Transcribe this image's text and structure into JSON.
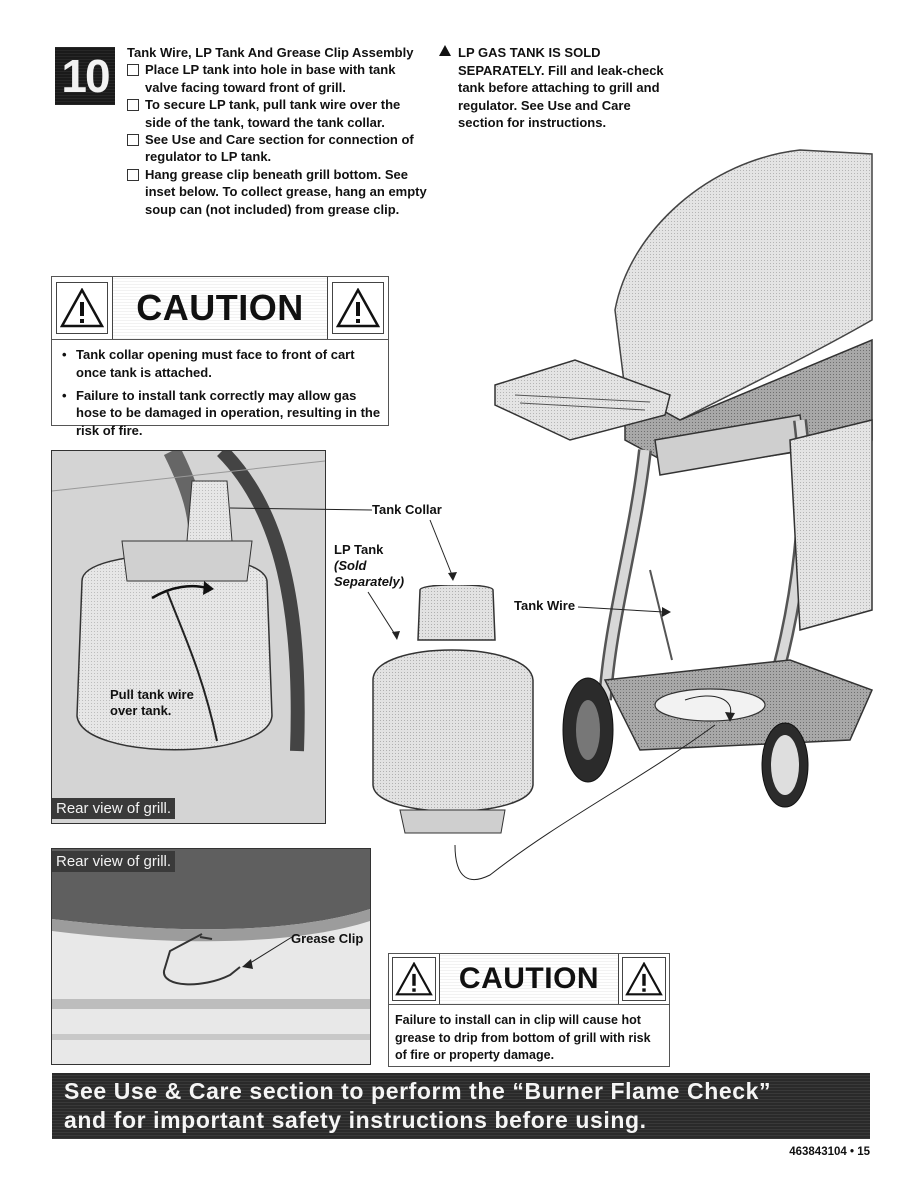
{
  "step": {
    "number": "10"
  },
  "instructions": {
    "title": "Tank Wire, LP Tank And Grease Clip Assembly",
    "items": [
      "Place LP tank into hole in base with tank valve facing toward front of grill.",
      "To secure LP tank, pull tank wire over the side of the tank, toward the tank collar.",
      "See Use and Care section for connection of regulator to LP tank.",
      "Hang grease clip beneath grill bottom. See inset below. To collect grease, hang an empty soup can (not included) from grease clip."
    ]
  },
  "note": {
    "text": "LP GAS TANK IS SOLD SEPARATELY. Fill and leak-check tank before attaching to grill and regulator. See Use and Care section for instructions."
  },
  "caution1": {
    "word": "CAUTION",
    "items": [
      "Tank collar opening must face to front of cart once tank is attached.",
      "Failure to install tank correctly may allow gas hose to be damaged in operation, resulting in the risk of fire."
    ]
  },
  "inset1": {
    "label": "Rear view of grill.",
    "caption": "Pull tank wire over tank."
  },
  "inset2": {
    "label": "Rear view of grill.",
    "callout": "Grease Clip"
  },
  "callouts": {
    "tank_collar": "Tank Collar",
    "lp_tank": "LP Tank",
    "lp_tank_note_1": "(Sold",
    "lp_tank_note_2": "Separately)",
    "tank_wire": "Tank Wire"
  },
  "caution2": {
    "word": "CAUTION",
    "text": "Failure to install can in clip will cause hot grease to drip from bottom of grill with risk of fire or property damage."
  },
  "banner": {
    "line1": "See Use & Care section to perform the “Burner Flame Check”",
    "line2": "and for important safety instructions before using."
  },
  "page_number": "463843104 • 15"
}
